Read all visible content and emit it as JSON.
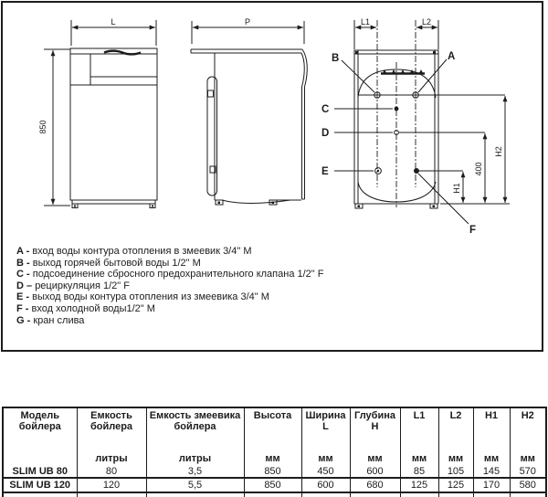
{
  "colors": {
    "ink": "#1c1c1c",
    "bg": "#ffffff"
  },
  "diagrams": {
    "front": {
      "width_label": "L",
      "height_label": "850"
    },
    "side": {
      "depth_label": "P"
    },
    "rear": {
      "l1_label": "L1",
      "l2_label": "L2",
      "h1_label": "H1",
      "h2_label": "H2",
      "dim_400_label": "400",
      "point_a": "A",
      "point_b": "B",
      "point_c": "C",
      "point_d": "D",
      "point_e": "E",
      "point_f": "F"
    }
  },
  "legend": {
    "items": [
      {
        "label": "A -",
        "text": "вход воды контура отопления в змеевик 3/4\" M"
      },
      {
        "label": "B -",
        "text": "выход горячей бытовой воды 1/2\" M"
      },
      {
        "label": "C -",
        "text": "подсоединение сбросного предохранительного клапана 1/2\" F"
      },
      {
        "label": "D –",
        "text": "рециркуляция 1/2\" F"
      },
      {
        "label": "E -",
        "text": "выход воды контура отопления из змеевика 3/4\" M"
      },
      {
        "label": "F -",
        "text": "вход холодной воды1/2\" M"
      },
      {
        "label": "G -",
        "text": "кран слива"
      }
    ]
  },
  "table": {
    "columns": [
      {
        "title": "Модель бойлера",
        "sub": "",
        "unit": ""
      },
      {
        "title": "Емкость бойлера",
        "sub": "",
        "unit": "литры"
      },
      {
        "title": "Емкость змеевика бойлера",
        "sub": "",
        "unit": "литры"
      },
      {
        "title": "Высота",
        "sub": "",
        "unit": "мм"
      },
      {
        "title": "Ширина",
        "sub": "L",
        "unit": "мм"
      },
      {
        "title": "Глубина",
        "sub": "H",
        "unit": "мм"
      },
      {
        "title": "L1",
        "sub": "",
        "unit": "мм"
      },
      {
        "title": "L2",
        "sub": "",
        "unit": "мм"
      },
      {
        "title": "H1",
        "sub": "",
        "unit": "мм"
      },
      {
        "title": "H2",
        "sub": "",
        "unit": "мм"
      }
    ],
    "rows": [
      {
        "model": "SLIM UB 80",
        "values": [
          "80",
          "3,5",
          "850",
          "450",
          "600",
          "85",
          "105",
          "145",
          "570"
        ]
      },
      {
        "model": "SLIM UB 120",
        "values": [
          "120",
          "5,5",
          "850",
          "600",
          "680",
          "125",
          "125",
          "170",
          "580"
        ]
      }
    ]
  }
}
